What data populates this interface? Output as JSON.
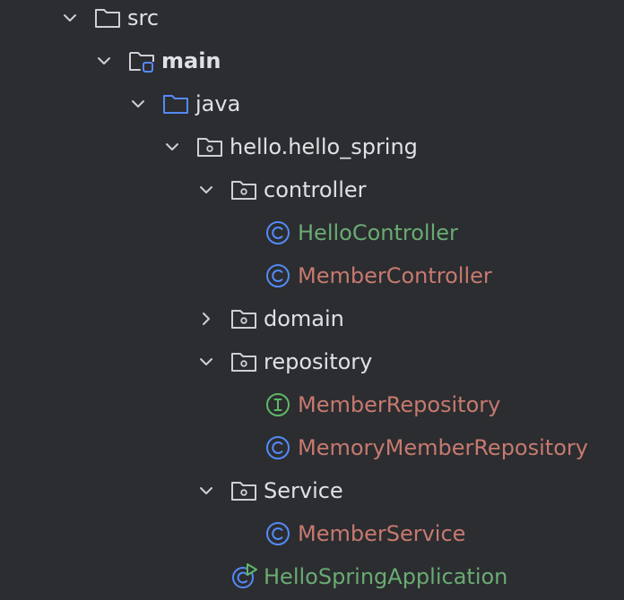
{
  "colors": {
    "background": "#2b2d30",
    "text": "#dfe1e5",
    "modified": "#c7796f",
    "added": "#6aab73",
    "class_icon": "#548af7",
    "interface_icon": "#5fb865",
    "folder_icon": "#ced0d6",
    "source_folder_icon": "#548af7"
  },
  "tree": {
    "src": {
      "label": "src",
      "icon": "folder-icon",
      "expanded": true
    },
    "main": {
      "label": "main",
      "icon": "module-folder-icon",
      "expanded": true
    },
    "java": {
      "label": "java",
      "icon": "source-folder-icon",
      "expanded": true
    },
    "package": {
      "label": "hello.hello_spring",
      "icon": "package-icon",
      "expanded": true
    },
    "controller": {
      "label": "controller",
      "icon": "package-icon",
      "expanded": true
    },
    "hello_controller": {
      "label": "HelloController",
      "icon": "class-icon",
      "status": "added"
    },
    "member_controller": {
      "label": "MemberController",
      "icon": "class-icon",
      "status": "modified"
    },
    "domain": {
      "label": "domain",
      "icon": "package-icon",
      "expanded": false
    },
    "repository": {
      "label": "repository",
      "icon": "package-icon",
      "expanded": true
    },
    "member_repository": {
      "label": "MemberRepository",
      "icon": "interface-icon",
      "status": "modified"
    },
    "memory_member_repository": {
      "label": "MemoryMemberRepository",
      "icon": "class-icon",
      "status": "modified"
    },
    "service": {
      "label": "Service",
      "icon": "package-icon",
      "expanded": true
    },
    "member_service": {
      "label": "MemberService",
      "icon": "class-icon",
      "status": "modified"
    },
    "hello_spring_application": {
      "label": "HelloSpringApplication",
      "icon": "spring-boot-class-icon",
      "status": "added"
    }
  }
}
